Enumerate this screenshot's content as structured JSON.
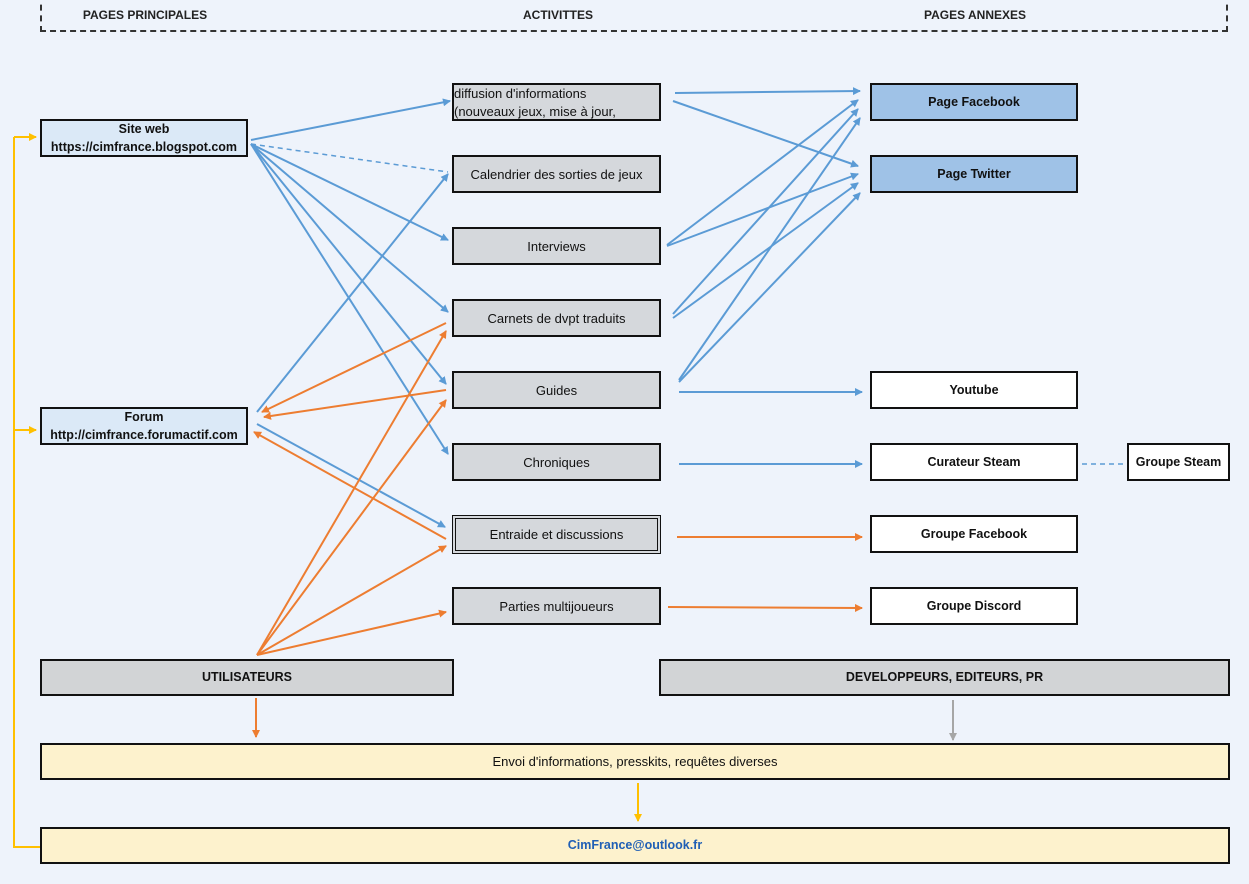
{
  "headers": {
    "main_pages": "PAGES PRINCIPALES",
    "activities": "ACTIVITTES",
    "annex_pages": "PAGES ANNEXES"
  },
  "main_pages": {
    "site": {
      "title": "Site web",
      "url": "https://cimfrance.blogspot.com"
    },
    "forum": {
      "title": "Forum",
      "url": "http://cimfrance.forumactif.com"
    }
  },
  "activities": [
    {
      "line1": "diffusion d'informations",
      "line2": "(nouveaux jeux, mise à jour,"
    },
    {
      "label": "Calendrier des sorties de jeux"
    },
    {
      "label": "Interviews"
    },
    {
      "label": "Carnets de dvpt traduits"
    },
    {
      "label": "Guides"
    },
    {
      "label": "Chroniques"
    },
    {
      "label": "Entraide et discussions"
    },
    {
      "label": "Parties multijoueurs"
    }
  ],
  "annex": {
    "facebook_page": "Page Facebook",
    "twitter_page": "Page Twitter",
    "youtube": "Youtube",
    "steam_curator": "Curateur Steam",
    "steam_group": "Groupe Steam",
    "facebook_group": "Groupe Facebook",
    "discord_group": "Groupe Discord"
  },
  "users": "UTILISATEURS",
  "developers": "DEVELOPPEURS, EDITEURS, PR",
  "info_sending": "Envoi d'informations, presskits, requêtes diverses",
  "email": "CimFrance@outlook.fr",
  "colors": {
    "blue_arrow": "#5b9bd5",
    "orange_arrow": "#ed7d31",
    "yellow_arrow": "#ffc000",
    "grey_arrow": "#a6a6a6",
    "email_text": "#1f5fb5"
  }
}
